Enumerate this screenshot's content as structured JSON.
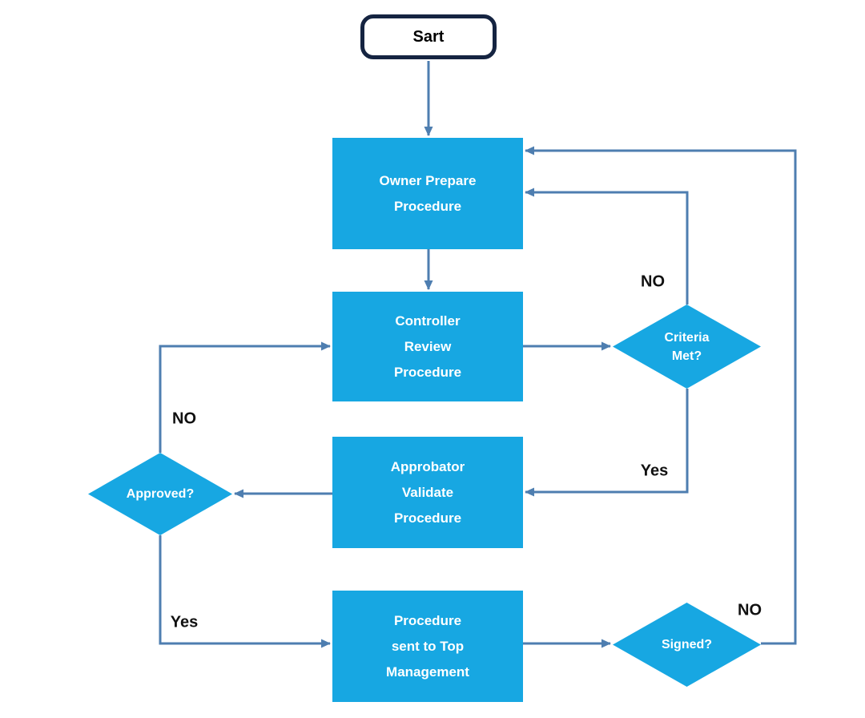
{
  "colors": {
    "node_fill": "#17A7E2",
    "connector": "#4E7EB0",
    "start_border": "#152441",
    "node_text": "#FFFFFF",
    "label_text": "#111111"
  },
  "nodes": {
    "start": {
      "label": "Sart"
    },
    "owner_prepare": {
      "label": "Owner Prepare\nProcedure"
    },
    "controller_review": {
      "label": "Controller\nReview\nProcedure"
    },
    "approbator_validate": {
      "label": "Approbator\nValidate\nProcedure"
    },
    "procedure_sent": {
      "label": "Procedure\nsent to Top\nManagement"
    },
    "criteria_met": {
      "label": "Criteria\nMet?"
    },
    "approved": {
      "label": "Approved?"
    },
    "signed": {
      "label": "Signed?"
    }
  },
  "edge_labels": {
    "criteria_met_no": "NO",
    "criteria_met_yes": "Yes",
    "approved_no": "NO",
    "approved_yes": "Yes",
    "signed_no": "NO"
  }
}
